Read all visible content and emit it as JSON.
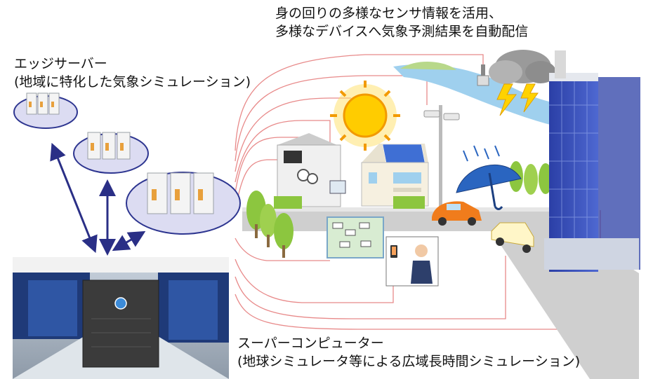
{
  "captions": {
    "top_line1": "身の回りの多様なセンサ情報を活用、",
    "top_line2": "多様なデバイスへ気象予測結果を自動配信",
    "edge_line1": "エッジサーバー",
    "edge_line2": "(地域に特化した気象シミュレーション)",
    "super_line1": "スーパーコンピューター",
    "super_line2": "(地球シミュレータ等による広域長時間シミュレーション)"
  },
  "colors": {
    "link_line": "#e88a8a",
    "arrow": "#2a2f86",
    "disc_fill": "#dcdcf2",
    "disc_stroke": "#2d3590",
    "server_accent": "#e8a03c",
    "road": "#c9c9c9",
    "grass": "#8cc63f",
    "building": "#3a4fb5",
    "sun": "#ffcc00"
  },
  "icons": {
    "edge_servers": "server-rack-icon",
    "supercomputer": "supercomputer-photo",
    "sun": "sun-icon",
    "cloud": "thundercloud-icon",
    "umbrella": "umbrella-icon",
    "building": "office-building-icon",
    "house": "house-icon",
    "car": "car-icon",
    "camera": "camera-icon",
    "phone": "smartphone-icon"
  }
}
